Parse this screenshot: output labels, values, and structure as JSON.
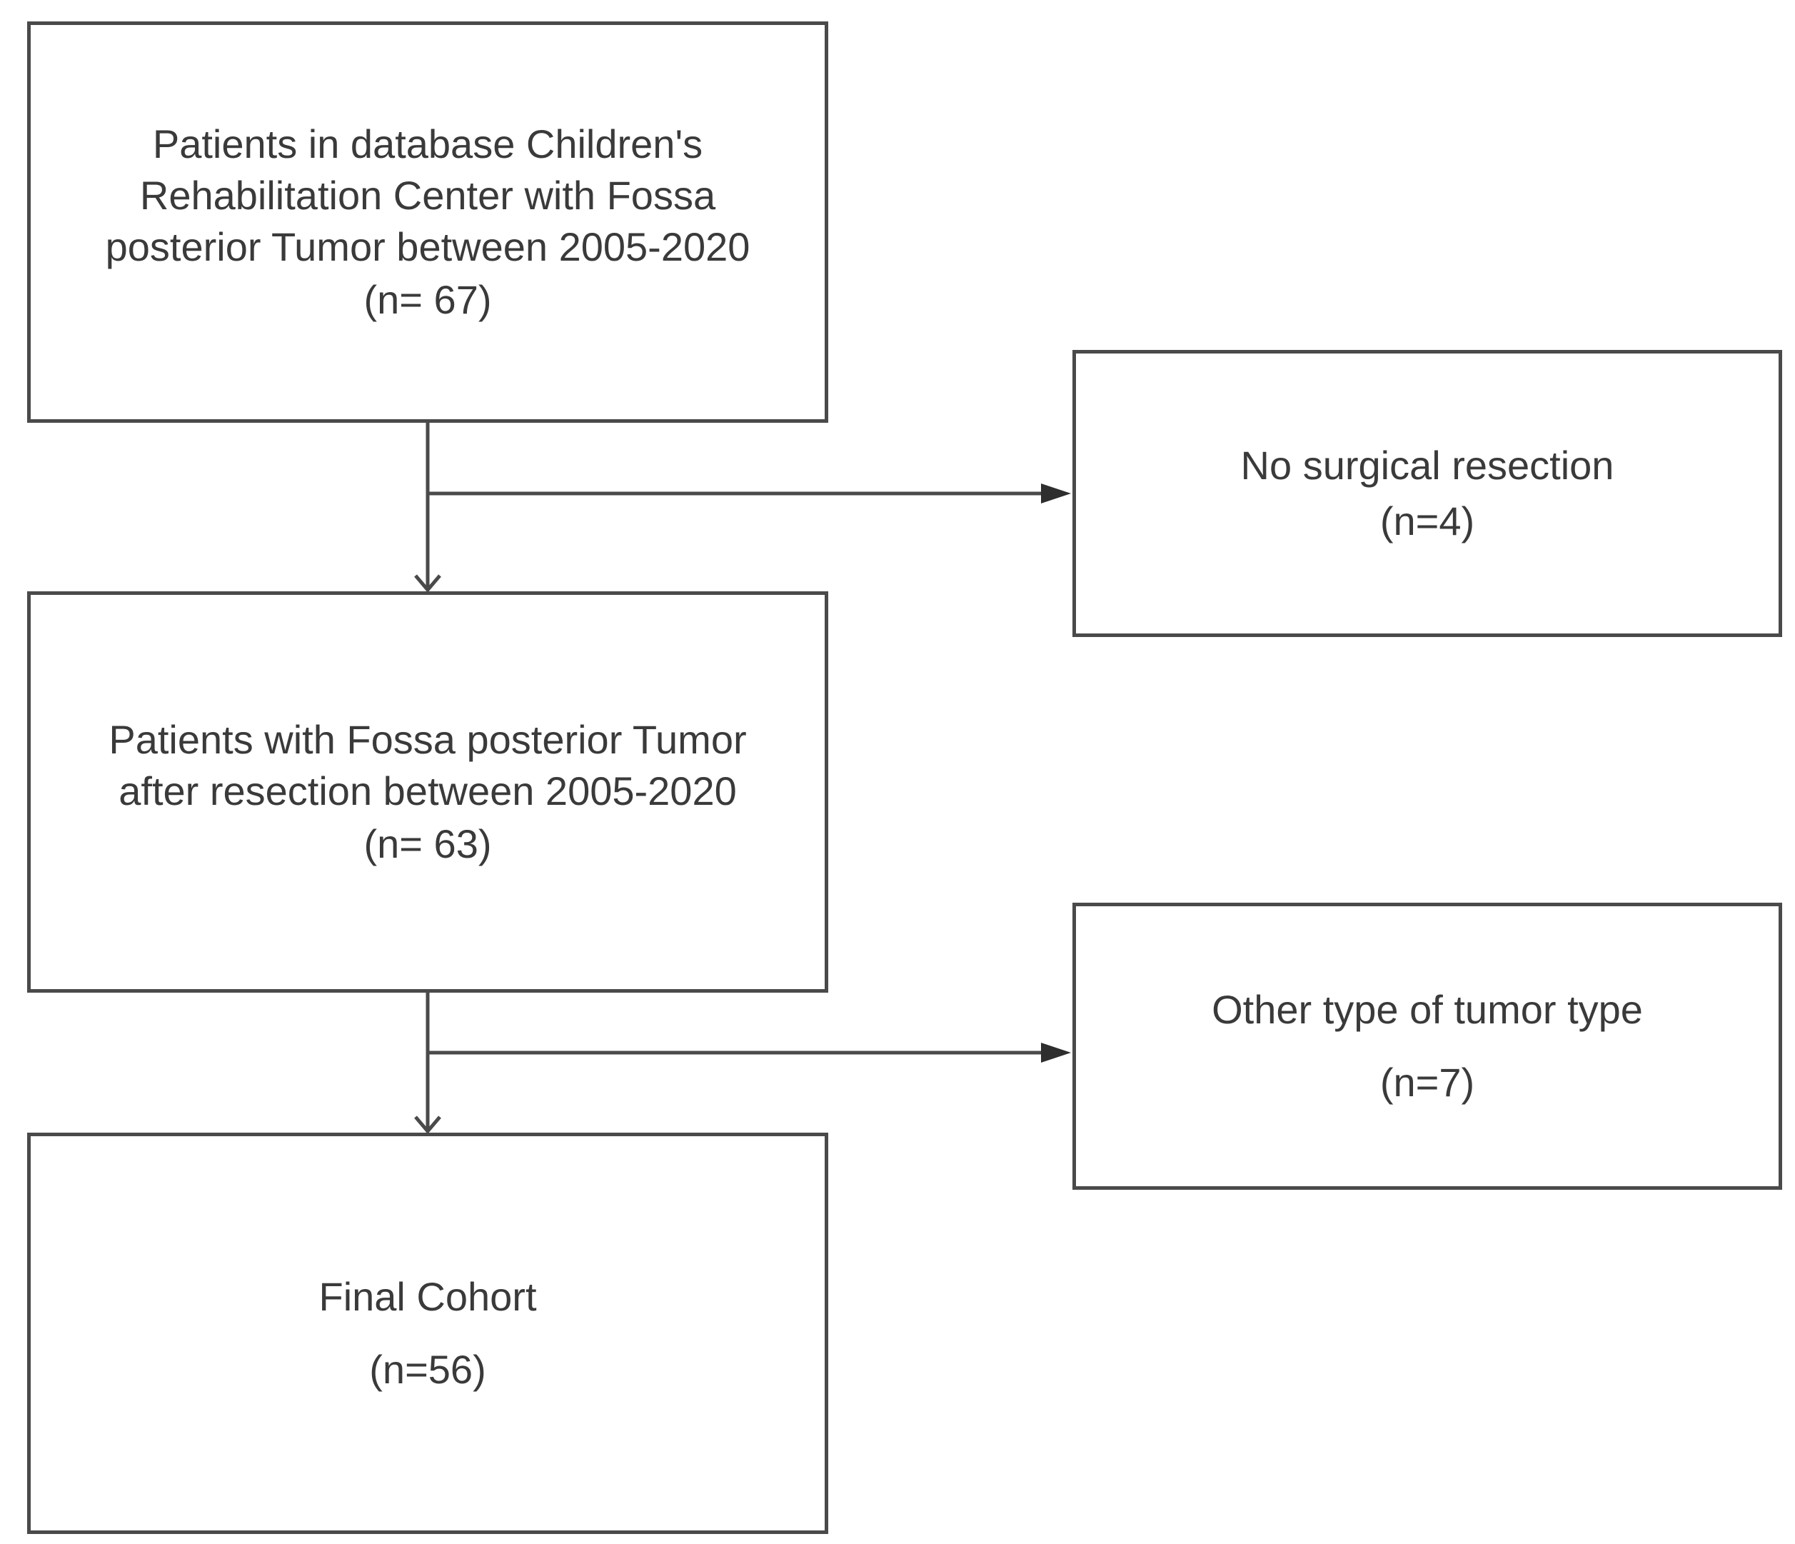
{
  "flowchart": {
    "start": {
      "lines": [
        "Patients in database Children's",
        "Rehabilitation Center with Fossa",
        "posterior Tumor between 2005-2020"
      ],
      "count": "(n= 67)"
    },
    "exclusion_1": {
      "label": "No surgical resection",
      "count": "(n=4)"
    },
    "after_resection": {
      "lines": [
        "Patients with Fossa posterior Tumor",
        "after resection between 2005-2020"
      ],
      "count": "(n= 63)"
    },
    "exclusion_2": {
      "label": "Other type of tumor type",
      "count": "(n=7)"
    },
    "final": {
      "label": "Final Cohort",
      "count": "(n=56)"
    }
  }
}
